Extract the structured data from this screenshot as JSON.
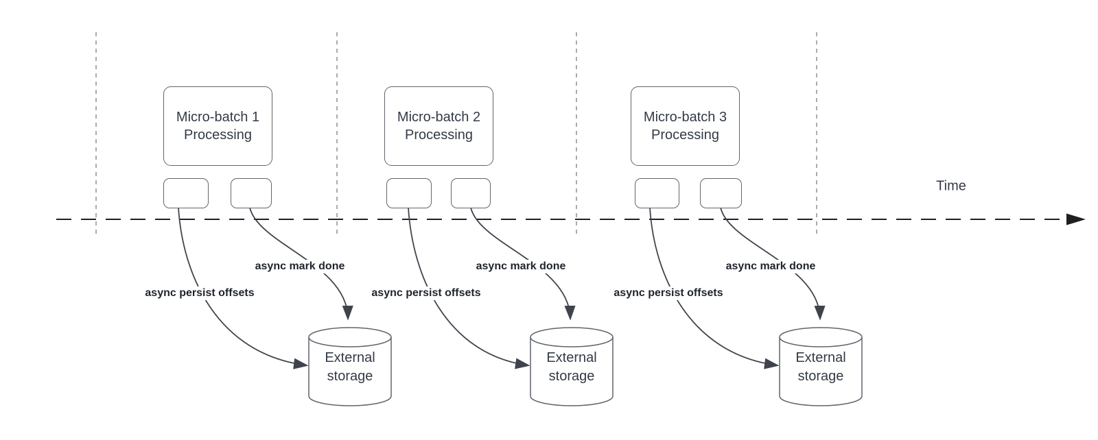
{
  "diagram": {
    "time_axis_label": "Time",
    "batches": [
      {
        "title_lines": [
          "Micro-batch 1",
          "Processing"
        ],
        "persist_label": "async persist offsets",
        "mark_done_label": "async mark done",
        "storage_lines": [
          "External",
          "storage"
        ]
      },
      {
        "title_lines": [
          "Micro-batch 2",
          "Processing"
        ],
        "persist_label": "async persist offsets",
        "mark_done_label": "async mark done",
        "storage_lines": [
          "External",
          "storage"
        ]
      },
      {
        "title_lines": [
          "Micro-batch 3",
          "Processing"
        ],
        "persist_label": "async persist offsets",
        "mark_done_label": "async mark done",
        "storage_lines": [
          "External",
          "storage"
        ]
      }
    ],
    "colors": {
      "background": "#ffffff",
      "shape_stroke": "#5f646b",
      "shape_text": "#333a45",
      "connector": "#3f444c",
      "connector_label_text": "#20252e",
      "timeline": "#1f1f1f",
      "guide_line": "#a8abb0"
    }
  }
}
